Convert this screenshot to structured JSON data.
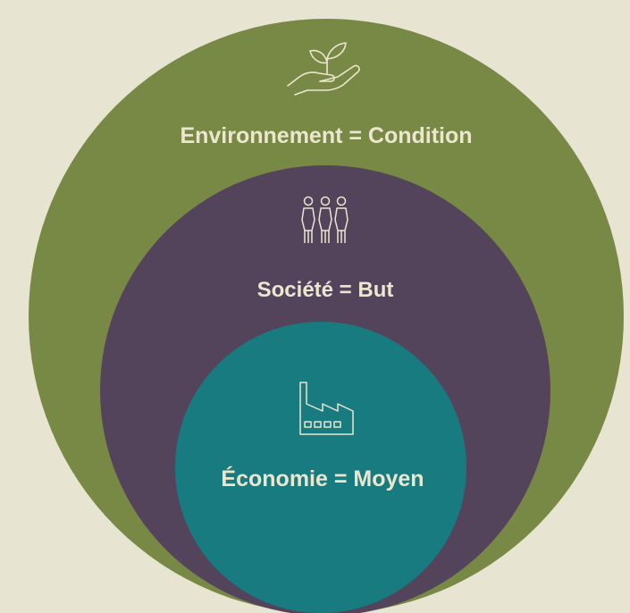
{
  "diagram": {
    "background_color": "#e8e4d2",
    "rings": [
      {
        "id": "environnement",
        "label": "Environnement = Condition",
        "icon": "hand-plant-icon",
        "fill": "#778944"
      },
      {
        "id": "societe",
        "label": "Société = But",
        "icon": "people-group-icon",
        "fill": "#53445c"
      },
      {
        "id": "economie",
        "label": "Économie = Moyen",
        "icon": "factory-icon",
        "fill": "#177b80"
      }
    ],
    "text_color": "#ece6cf",
    "icon_color": "#ece6cf"
  }
}
